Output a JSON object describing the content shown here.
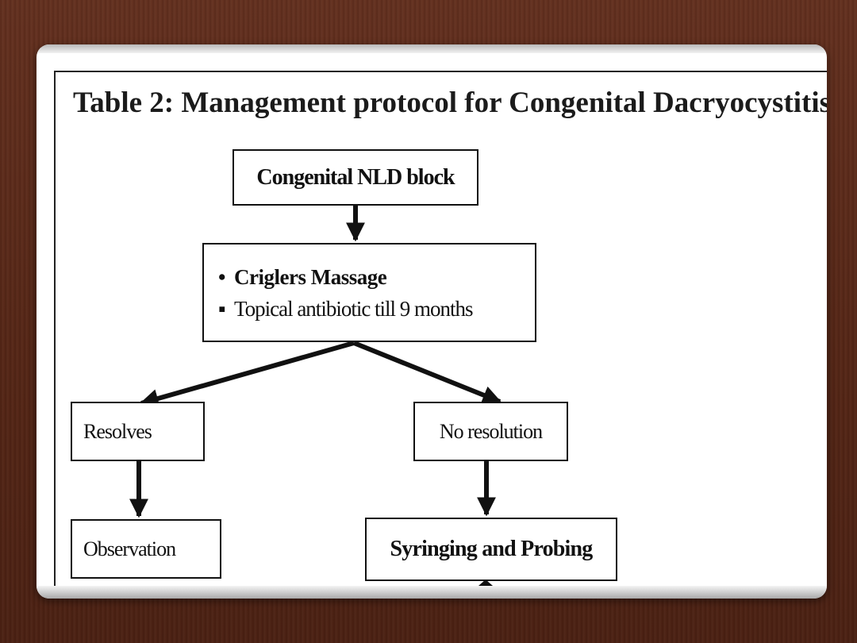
{
  "title": "Table 2: Management protocol for Congenital Dacryocystitis.",
  "flowchart": {
    "start": "Congenital NLD block",
    "treatment": {
      "line1_bullet": "•",
      "line1": "Criglers Massage",
      "line2_bullet": "▪",
      "line2": "Topical antibiotic till 9 months"
    },
    "outcome_left": "Resolves",
    "outcome_right": "No resolution",
    "left_next": "Observation",
    "right_next": "Syringing and Probing"
  },
  "colors": {
    "background": "#5a2a1b",
    "card": "#ffffff",
    "lines": "#111111"
  }
}
